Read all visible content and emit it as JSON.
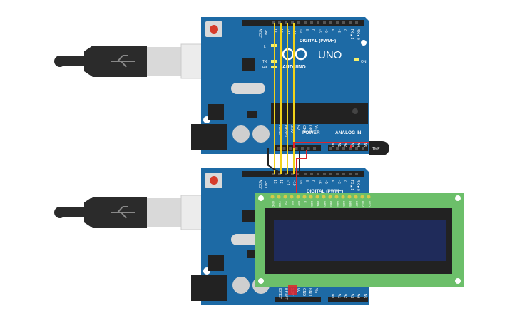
{
  "board_top": {
    "brand": "ARDUINO",
    "model": "UNO",
    "digital_header": "DIGITAL (PWM~)",
    "analog_header": "ANALOG IN",
    "power_header": "POWER",
    "on_label": "ON",
    "tx_label": "TX",
    "rx_label": "RX",
    "l_label": "L",
    "aref_label": "AREF",
    "gnd_label": "GND",
    "pin_labels_digital": [
      "13",
      "12",
      "~11",
      "~10",
      "~9",
      "8",
      "7",
      "~6",
      "~5",
      "4",
      "~3",
      "2",
      "TX▸1",
      "RX◂0"
    ],
    "pin_labels_power": [
      "IOREF",
      "RESET",
      "3.3V",
      "5V",
      "GND",
      "GND",
      "Vin"
    ],
    "pin_labels_analog": [
      "A0",
      "A1",
      "A2",
      "A3",
      "A4",
      "A5"
    ]
  },
  "board_bottom": {
    "digital_header": "DIGITAL (PWM~)",
    "aref_label": "AREF",
    "gnd_label": "GND",
    "pin_labels_digital": [
      "13",
      "12",
      "~11",
      "~10",
      "~9",
      "8",
      "7",
      "~6",
      "~5",
      "4",
      "~3",
      "2",
      "TX▸1",
      "RX◂0"
    ],
    "pin_labels_power": [
      "IOREF",
      "RESET",
      "3.3V",
      "5V",
      "GND",
      "GND",
      "Vin"
    ],
    "pin_labels_analog": [
      "A0",
      "A1",
      "A2",
      "A3",
      "A4",
      "A5"
    ]
  },
  "sensor": {
    "label": "TMP"
  },
  "lcd": {
    "pin_labels": [
      "GND",
      "VCC",
      "V0",
      "RS",
      "RW",
      "E",
      "DB0",
      "DB1",
      "DB2",
      "DB3",
      "DB4",
      "DB5",
      "DB6",
      "DB7",
      "LED",
      "LED"
    ]
  },
  "colors": {
    "board": "#1d6aa5",
    "board_dark": "#144f7f",
    "lcd_pcb": "#6cbf6a",
    "lcd_screen": "#1f2b5a",
    "wire_yellow": "#f2d21a",
    "wire_red": "#e0242b",
    "wire_black": "#222222",
    "usb_plug": "#2b2b2b",
    "usb_metal": "#d9d9d9"
  }
}
